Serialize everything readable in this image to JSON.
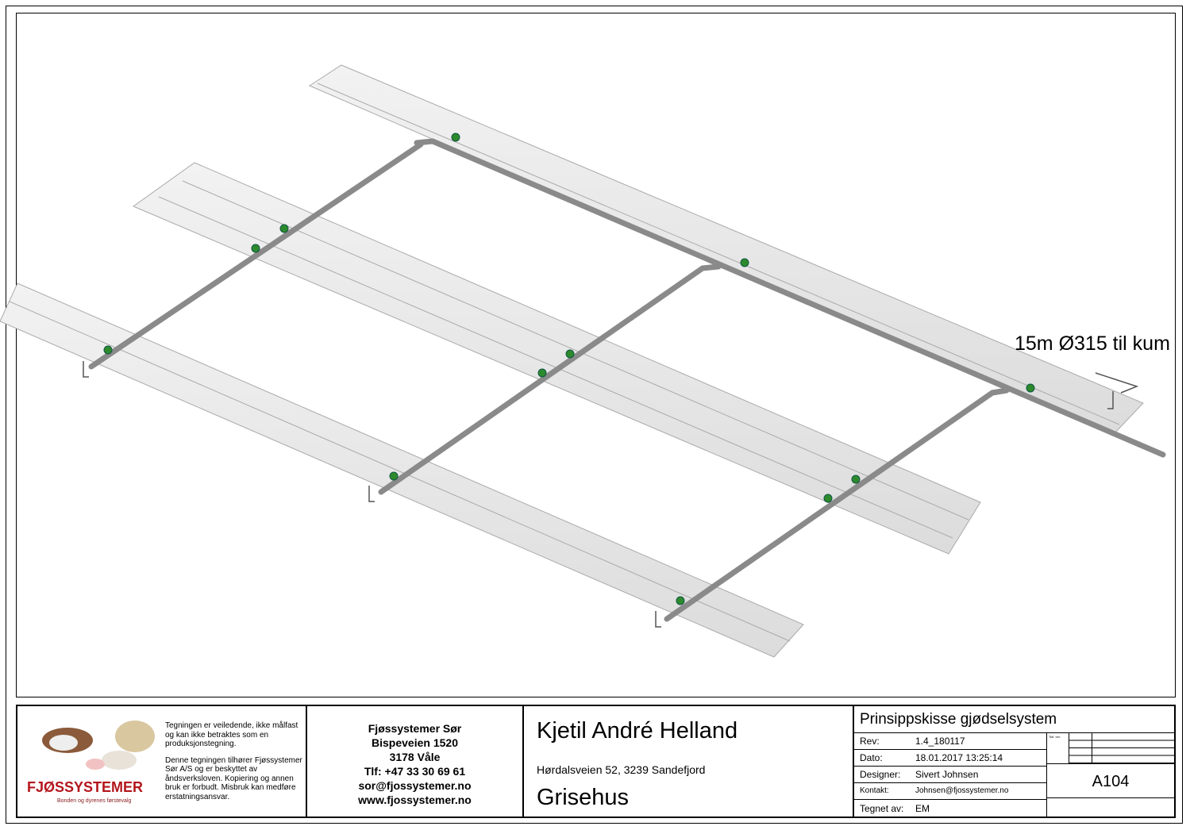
{
  "drawing": {
    "callout": "15m Ø315 til kum"
  },
  "company_block": {
    "logo_text": "FJØSSYSTEMER",
    "slogan": "Bonden og dyrenes førstevalg",
    "disclaimer_1": "Tegningen er veiledende, ikke målfast og kan ikke betraktes som en produksjonstegning.",
    "disclaimer_2": "Denne tegningen tilhører Fjøssystemer Sør A/S og er beskyttet av åndsverksloven. Kopiering og annen bruk er forbudt. Misbruk kan medføre erstatningsansvar."
  },
  "address_block": {
    "lines": [
      "Fjøssystemer Sør",
      "Bispeveien 1520",
      "3178 Våle",
      "Tlf: +47 33 30 69 61",
      "sor@fjossystemer.no",
      "www.fjossystemer.no"
    ]
  },
  "customer": {
    "name": "Kjetil André Helland",
    "address": "Hørdalsveien 52, 3239 Sandefjord",
    "building": "Grisehus"
  },
  "title_block": {
    "title": "Prinsippskisse gjødselsystem",
    "rev_label": "Rev:",
    "rev": "1.4_180117",
    "date_label": "Dato:",
    "date": "18.01.2017 13:25:14",
    "designer_label": "Designer:",
    "designer": "Sivert Johnsen",
    "contact_label": "Kontakt:",
    "contact": "Johnsen@fjossystemer.no",
    "drawn_by_label": "Tegnet av:",
    "drawn_by": "EM",
    "prev_rev_label": "Tidl. rev:",
    "drawing_number": "A104"
  }
}
